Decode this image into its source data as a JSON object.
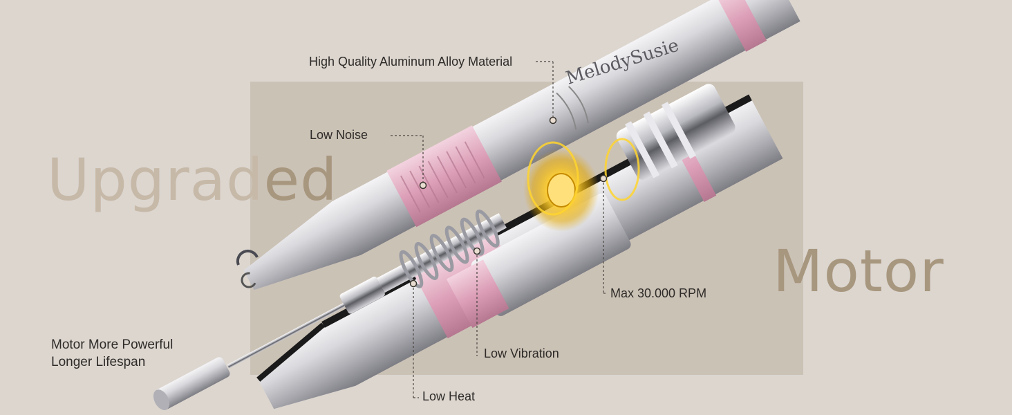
{
  "headline": {
    "word1_light": "Upgrad",
    "word1_dark": "ed",
    "word2": "Motor"
  },
  "brand": {
    "engraving": "MelodySusie"
  },
  "callouts": {
    "material": "High Quality Aluminum Alloy Material",
    "noise": "Low Noise",
    "rpm": "Max 30.000 RPM",
    "vibration": "Low Vibration",
    "heat": "Low Heat",
    "power_line1": "Motor More Powerful",
    "power_line2": "Longer Lifespan"
  },
  "colors": {
    "background": "#dcd6cf",
    "panel": "#cbc2b6",
    "headline": "#c7b9a8",
    "headline_accent": "#a8977f",
    "accent_pink": "#e2a6be",
    "metal": "#c8c8cc",
    "text": "#2e2b28"
  }
}
